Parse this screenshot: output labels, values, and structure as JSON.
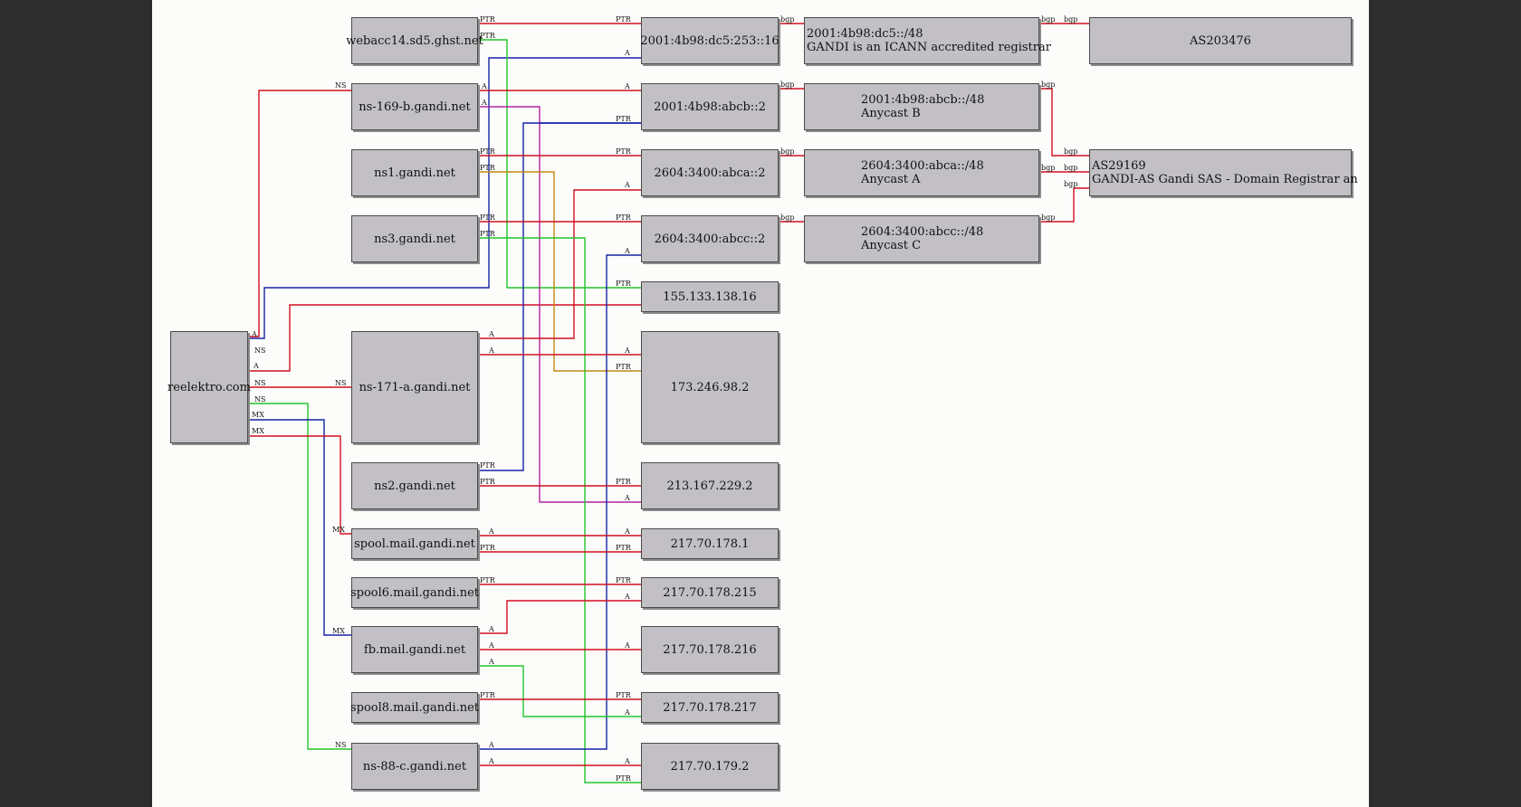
{
  "nodes": {
    "reelektro": {
      "label": "reelektro.com"
    },
    "webacc": {
      "label": "webacc14.sd5.ghst.net"
    },
    "ns169b": {
      "label": "ns-169-b.gandi.net"
    },
    "ns1": {
      "label": "ns1.gandi.net"
    },
    "ns3": {
      "label": "ns3.gandi.net"
    },
    "ns171a": {
      "label": "ns-171-a.gandi.net"
    },
    "ns2": {
      "label": "ns2.gandi.net"
    },
    "spool": {
      "label": "spool.mail.gandi.net"
    },
    "spool6": {
      "label": "spool6.mail.gandi.net"
    },
    "fb": {
      "label": "fb.mail.gandi.net"
    },
    "spool8": {
      "label": "spool8.mail.gandi.net"
    },
    "ns88c": {
      "label": "ns-88-c.gandi.net"
    },
    "ip6_dc5": {
      "label": "2001:4b98:dc5:253::16"
    },
    "ip6_abcb": {
      "label": "2001:4b98:abcb::2"
    },
    "ip6_abca": {
      "label": "2604:3400:abca::2"
    },
    "ip6_abcc": {
      "label": "2604:3400:abcc::2"
    },
    "ip_155": {
      "label": "155.133.138.16"
    },
    "ip_173": {
      "label": "173.246.98.2"
    },
    "ip_213": {
      "label": "213.167.229.2"
    },
    "ip_217_1": {
      "label": "217.70.178.1"
    },
    "ip_217_215": {
      "label": "217.70.178.215"
    },
    "ip_217_216": {
      "label": "217.70.178.216"
    },
    "ip_217_217": {
      "label": "217.70.178.217"
    },
    "ip_179_2": {
      "label": "217.70.179.2"
    },
    "pfx_dc5": {
      "line1": "2001:4b98:dc5::/48",
      "line2": "GANDI is an ICANN accredited registrar"
    },
    "pfx_abcb": {
      "line1": "2001:4b98:abcb::/48",
      "line2": "Anycast B"
    },
    "pfx_abca": {
      "line1": "2604:3400:abca::/48",
      "line2": "Anycast A"
    },
    "pfx_abcc": {
      "line1": "2604:3400:abcc::/48",
      "line2": "Anycast C"
    },
    "as203476": {
      "label": "AS203476"
    },
    "as29169": {
      "line1": "AS29169",
      "line2": "GANDI-AS Gandi SAS - Domain Registrar an"
    }
  },
  "edge_labels": {
    "ns": "NS",
    "a": "A",
    "mx": "MX",
    "ptr": "PTR",
    "bgp": "bgp"
  },
  "colors": {
    "red": "#d10f1f",
    "green": "#22c42a",
    "blue": "#1622a6",
    "purple": "#b4229e",
    "orange": "#c4860e"
  }
}
